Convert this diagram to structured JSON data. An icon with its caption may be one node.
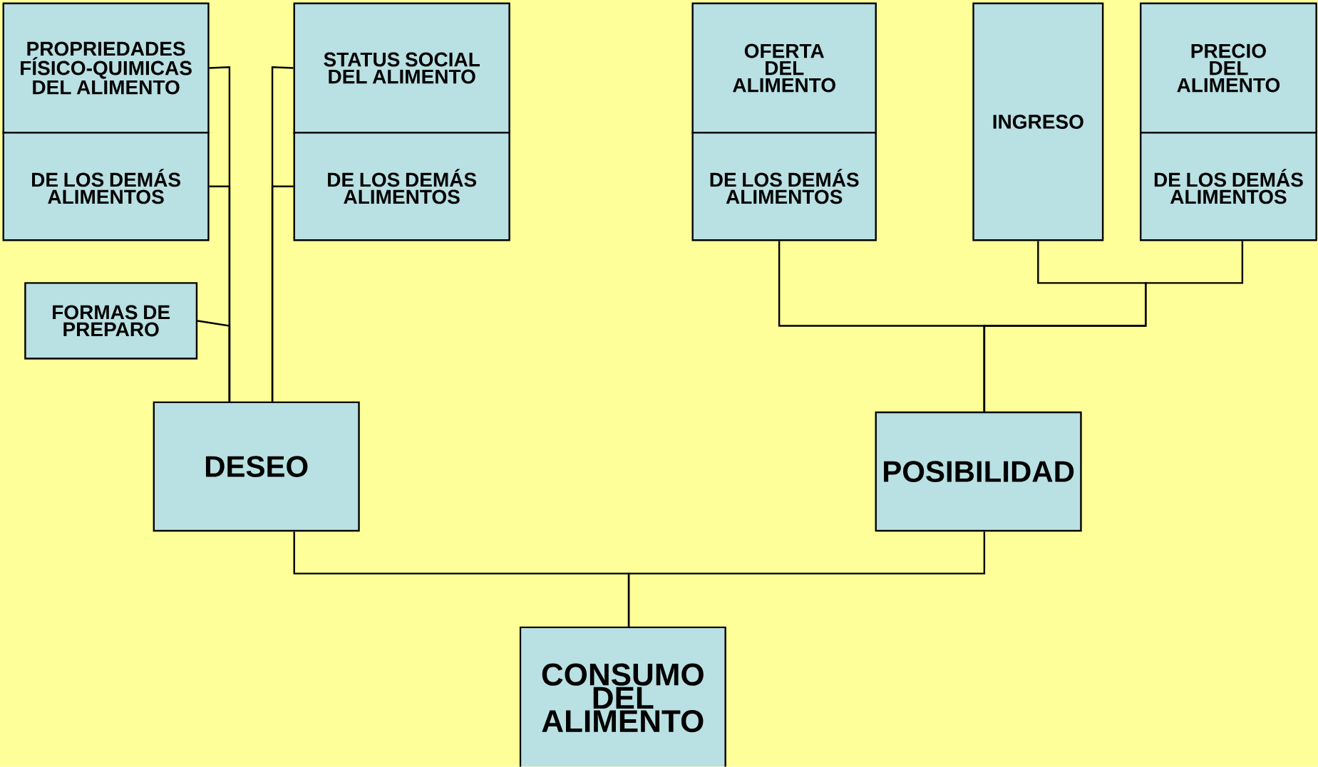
{
  "diagram": {
    "nodes": [
      {
        "text": [
          "PROPRIEDADES FÍSICO-QUIMICAS DEL ALIMENTO"
        ]
      },
      {
        "text": [
          "DE LOS DEMÁS ALIMENTOS"
        ]
      },
      {
        "text": [
          "STATUS SOCIAL DEL ALIMENTO"
        ]
      },
      {
        "text": [
          "DE LOS DEMÁS ALIMENTOS"
        ]
      },
      {
        "text": [
          "OFERTA DEL ALIMENTO"
        ]
      },
      {
        "text": [
          "DE LOS DEMÁS ALIMENTOS"
        ]
      },
      {
        "text": [
          "INGRESO"
        ]
      },
      {
        "text": [
          "PRECIO DEL ALIMENTO"
        ]
      },
      {
        "text": [
          "DE LOS DEMÁS ALIMENTOS"
        ]
      },
      {
        "text": [
          "FORMAS DE PREPARO"
        ]
      },
      {
        "text": [
          "DESEO"
        ]
      },
      {
        "text": [
          "POSIBILIDAD"
        ]
      },
      {
        "text": [
          "CONSUMO DEL ALIMENTO"
        ]
      }
    ],
    "edges": [
      {
        "from": 0,
        "to": 10,
        "arrow": "none"
      },
      {
        "from": 1,
        "to": 10,
        "arrow": "none"
      },
      {
        "from": 9,
        "to": 10,
        "arrow": "none"
      },
      {
        "from": 2,
        "to": 10,
        "arrow": "none"
      },
      {
        "from": 3,
        "to": 10,
        "arrow": "none"
      },
      {
        "from": 5,
        "to": 11,
        "arrow": "none"
      },
      {
        "from": 6,
        "to": 11,
        "arrow": "none"
      },
      {
        "from": 8,
        "to": 11,
        "arrow": "none"
      },
      {
        "from": 10,
        "to": 12,
        "arrow": "none"
      },
      {
        "from": 11,
        "to": 12,
        "arrow": "none"
      }
    ]
  }
}
